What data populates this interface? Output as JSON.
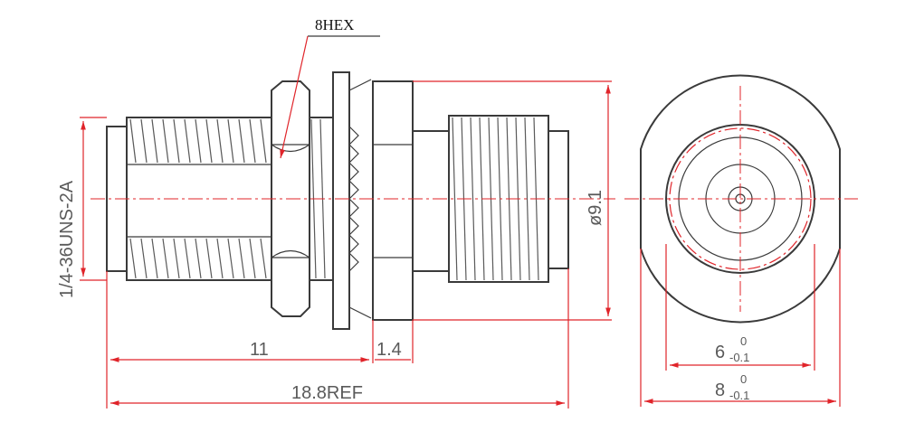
{
  "annotations": {
    "hex": "8HEX",
    "thread_spec": "1/4-36UNS-2A",
    "diameter": "ø9.1",
    "len_11": "11",
    "len_1_4": "1.4",
    "len_total": "18.8REF",
    "dia6_main": "6",
    "dia6_upper": "0",
    "dia6_lower": "-0.1",
    "dia8_main": "8",
    "dia8_upper": "0",
    "dia8_lower": "-0.1"
  },
  "colors": {
    "outline": "#3a3a3a",
    "dimension": "#e0242a",
    "text": "#5a5a5a"
  }
}
